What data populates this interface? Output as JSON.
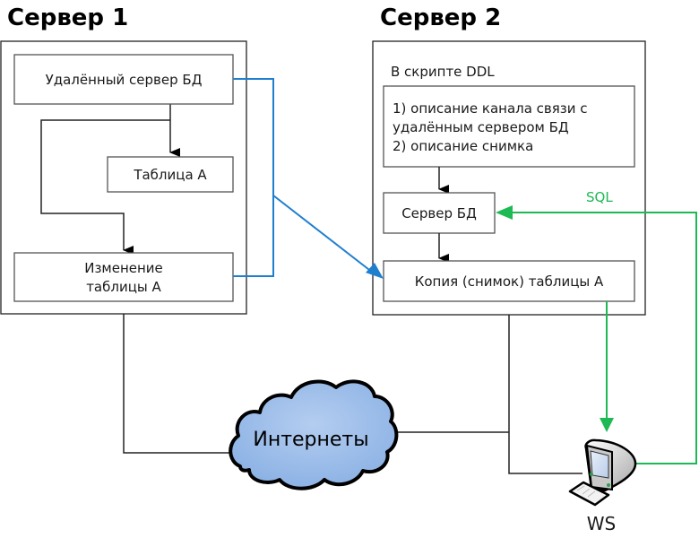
{
  "server1": {
    "title": "Сервер 1",
    "remote_db_server": "Удалённый сервер БД",
    "table_a": "Таблица A",
    "change_table_line1": "Изменение",
    "change_table_line2": "таблицы A"
  },
  "server2": {
    "title": "Сервер 2",
    "ddl_script_label": "В скрипте DDL",
    "ddl_line1": "1) описание канала связи с",
    "ddl_line2": "удалённым сервером БД",
    "ddl_line3": "2) описание снимка",
    "db_server": "Сервер БД",
    "snapshot_copy": "Копия (снимок) таблицы A"
  },
  "network": {
    "cloud_label": "Интернеты"
  },
  "workstation": {
    "label": "WS",
    "sql_label": "SQL"
  },
  "colors": {
    "replication_link": "#1f7fcf",
    "sql_link": "#1db954",
    "cloud_fill": "#9dbde8"
  }
}
